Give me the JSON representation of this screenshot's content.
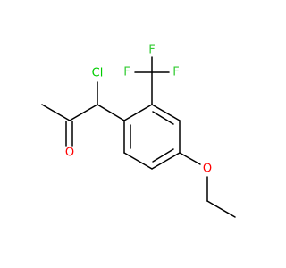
{
  "molecule": {
    "atoms": {
      "chlorine": {
        "label": "Cl",
        "color": "#00cc00"
      },
      "fluorine_top_left": {
        "label": "F",
        "color": "#33cc33"
      },
      "fluorine_top_right": {
        "label": "F",
        "color": "#33cc33"
      },
      "fluorine_right": {
        "label": "F",
        "color": "#33cc33"
      },
      "carbonyl_oxygen": {
        "label": "O",
        "color": "#ff0000"
      },
      "ether_oxygen": {
        "label": "O",
        "color": "#ff0000"
      }
    },
    "bond_color": "#000000"
  }
}
